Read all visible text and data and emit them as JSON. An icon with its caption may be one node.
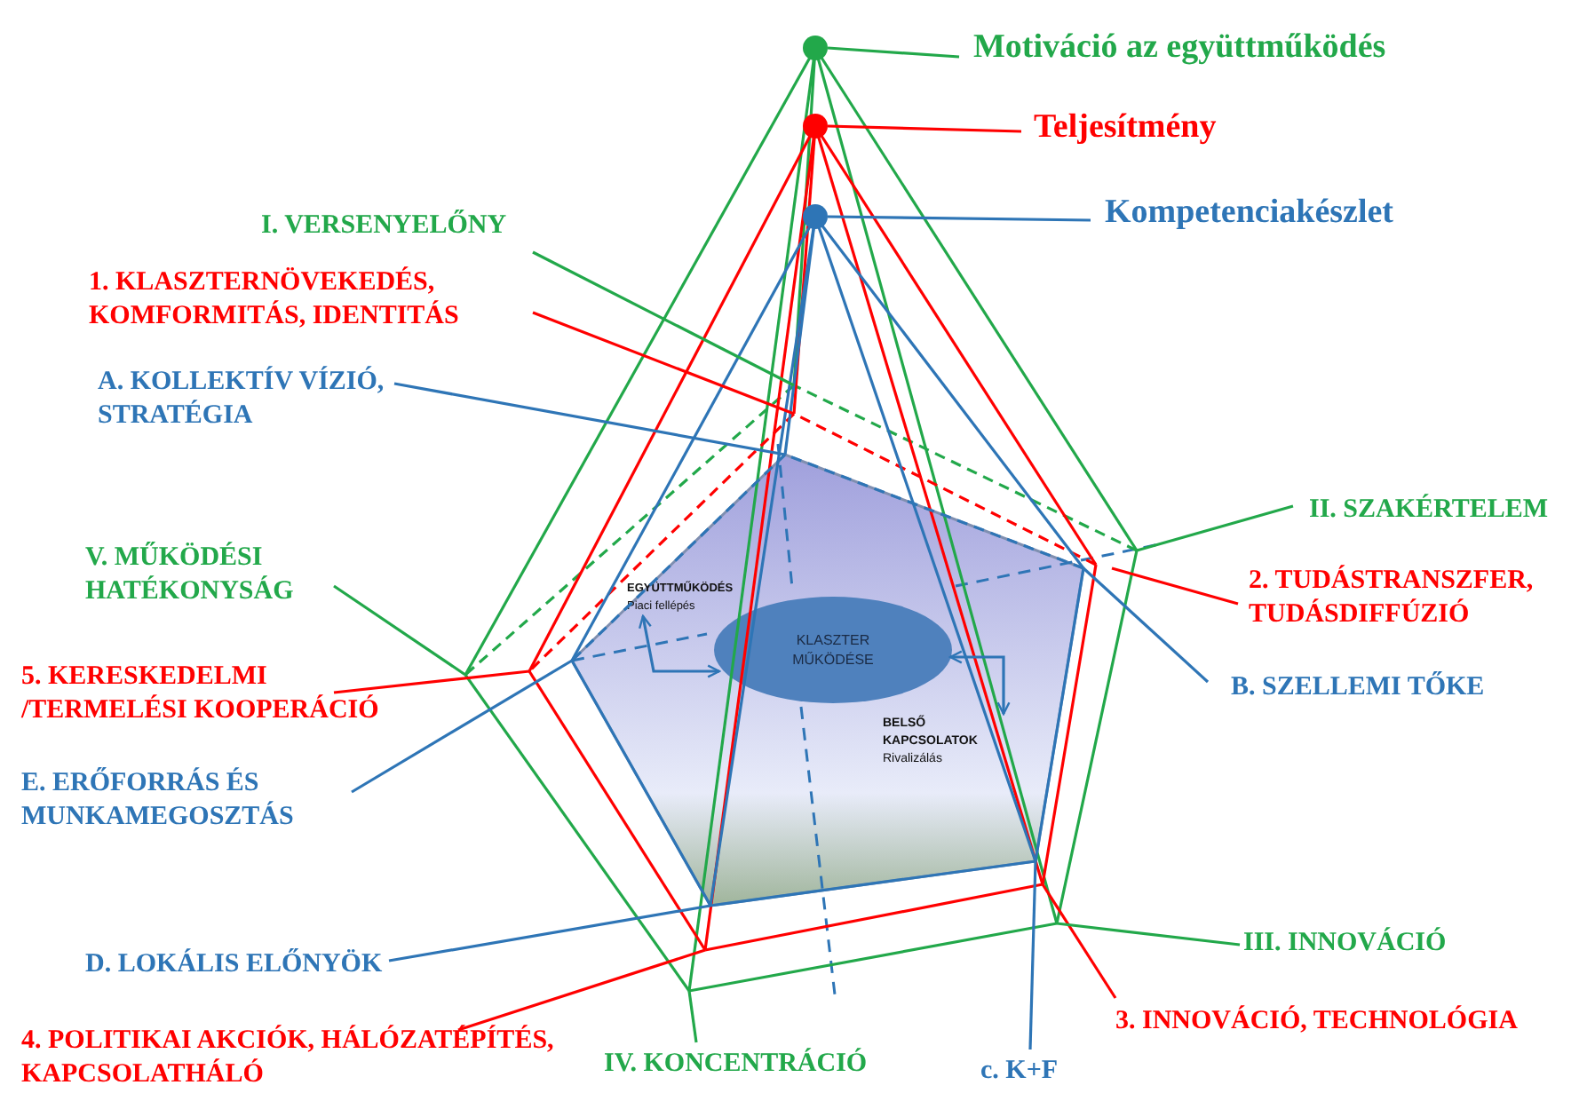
{
  "diagram": {
    "nodes": [
      {
        "text": [],
        "shape": "circle"
      },
      {
        "text": [],
        "shape": "circle"
      },
      {
        "text": [],
        "shape": "circle"
      },
      {
        "text": [
          "Motiváció az együttműködés"
        ]
      },
      {
        "text": [
          "Teljesítmény"
        ]
      },
      {
        "text": [
          "Kompetenciakészlet"
        ]
      },
      {
        "text": [
          "I. VERSENYELŐNY"
        ]
      },
      {
        "text": [
          "1. KLASZTERNÖVEKEDÉS, KOMFORMITÁS, IDENTITÁS"
        ]
      },
      {
        "text": [
          "A. KOLLEKTÍV VÍZIÓ, STRATÉGIA"
        ]
      },
      {
        "text": [
          "V. MŰKÖDÉSI HATÉKONYSÁG"
        ]
      },
      {
        "text": [
          "5. KERESKEDELMI /TERMELÉSI KOOPERÁCIÓ"
        ]
      },
      {
        "text": [
          "E. ERŐFORRÁS ÉS MUNKAMEGOSZTÁS"
        ]
      },
      {
        "text": [
          "D. LOKÁLIS ELŐNYÖK"
        ]
      },
      {
        "text": [
          "4. POLITIKAI AKCIÓK, HÁLÓZATÉPÍTÉS, KAPCSOLATHÁLÓ"
        ]
      },
      {
        "text": [
          "IV. KONCENTRÁCIÓ"
        ]
      },
      {
        "text": [
          "c. K+F"
        ]
      },
      {
        "text": [
          "3. INNOVÁCIÓ, TECHNOLÓGIA"
        ]
      },
      {
        "text": [
          "III. INNOVÁCIÓ"
        ]
      },
      {
        "text": [
          "B. SZELLEMI TŐKE"
        ]
      },
      {
        "text": [
          "2. TUDÁSTRANSZFER, TUDÁSDIFFÚZIÓ"
        ]
      },
      {
        "text": [
          "II. SZAKÉRTELEM"
        ]
      },
      {
        "text": [],
        "shape": "pentagon"
      },
      {
        "text": [
          "KLASZTER MŰKÖDÉSE"
        ],
        "in": 21
      },
      {
        "text": [
          "EGYÜTTMŰKÖDÉS",
          "Piaci fellépés"
        ],
        "in": 21
      },
      {
        "text": [
          "BELSŐ KAPCSOLATOK",
          "Rivalizálás"
        ],
        "in": 21
      }
    ],
    "edges": [
      {
        "from": 3,
        "to": 0,
        "arrow": "none",
        "color": "#22a84a"
      },
      {
        "from": 4,
        "to": 1,
        "arrow": "none",
        "color": "#ff0000"
      },
      {
        "from": 5,
        "to": 2,
        "arrow": "none",
        "color": "#2e75b6"
      },
      {
        "from": 6,
        "to": null,
        "arrow": "none",
        "color": "#22a84a"
      },
      {
        "from": 7,
        "to": null,
        "arrow": "none",
        "color": "#ff0000"
      },
      {
        "from": 8,
        "to": 21,
        "arrow": "none",
        "color": "#2e75b6"
      },
      {
        "from": 9,
        "to": null,
        "arrow": "none",
        "color": "#22a84a"
      },
      {
        "from": 10,
        "to": null,
        "arrow": "none",
        "color": "#ff0000"
      },
      {
        "from": 11,
        "to": 21,
        "arrow": "none",
        "color": "#2e75b6"
      },
      {
        "from": 12,
        "to": 21,
        "arrow": "none",
        "color": "#2e75b6"
      },
      {
        "from": 13,
        "to": null,
        "arrow": "none",
        "color": "#ff0000"
      },
      {
        "from": 14,
        "to": null,
        "arrow": "none",
        "color": "#22a84a"
      },
      {
        "from": 15,
        "to": 21,
        "arrow": "none",
        "color": "#2e75b6"
      },
      {
        "from": 16,
        "to": null,
        "arrow": "none",
        "color": "#ff0000"
      },
      {
        "from": 17,
        "to": null,
        "arrow": "none",
        "color": "#22a84a"
      },
      {
        "from": 18,
        "to": 21,
        "arrow": "none",
        "color": "#2e75b6"
      },
      {
        "from": 19,
        "to": null,
        "arrow": "none",
        "color": "#ff0000"
      },
      {
        "from": 20,
        "to": null,
        "arrow": "none",
        "color": "#22a84a"
      },
      {
        "from": 23,
        "to": 22,
        "arrow": "both",
        "color": "#2e75b6"
      },
      {
        "from": 22,
        "to": 24,
        "arrow": "both",
        "color": "#2e75b6"
      }
    ]
  }
}
